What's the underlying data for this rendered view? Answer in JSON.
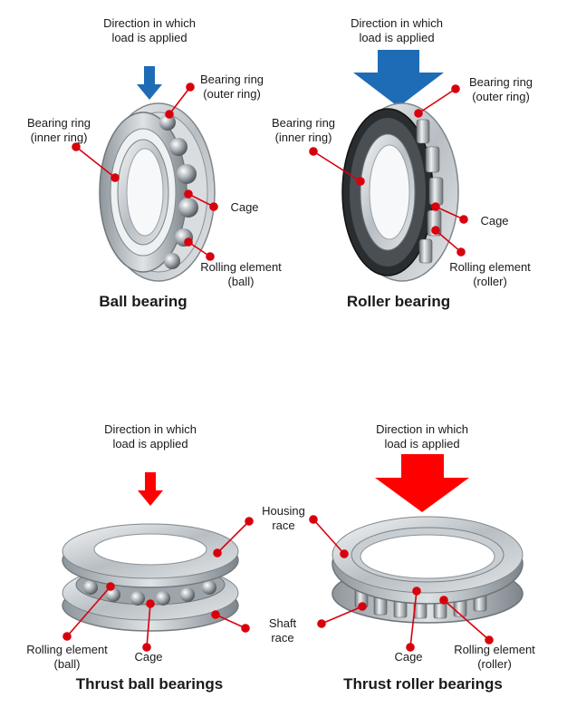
{
  "colors": {
    "blue_arrow": "#1e6cb5",
    "red_arrow": "#ff0000",
    "leader": "#d9000d"
  },
  "ball": {
    "title": "Ball bearing",
    "direction_line1": "Direction in which",
    "direction_line2": "load is applied",
    "outer_line1": "Bearing ring",
    "outer_line2": "(outer ring)",
    "inner_line1": "Bearing ring",
    "inner_line2": "(inner ring)",
    "cage": "Cage",
    "rolling_line1": "Rolling element",
    "rolling_line2": "(ball)"
  },
  "roller": {
    "title": "Roller bearing",
    "direction_line1": "Direction in which",
    "direction_line2": "load is applied",
    "outer_line1": "Bearing ring",
    "outer_line2": "(outer ring)",
    "inner_line1": "Bearing ring",
    "inner_line2": "(inner ring)",
    "cage": "Cage",
    "rolling_line1": "Rolling element",
    "rolling_line2": "(roller)"
  },
  "thrust_ball": {
    "title": "Thrust ball bearings",
    "direction_line1": "Direction in which",
    "direction_line2": "load is applied",
    "rolling_line1": "Rolling element",
    "rolling_line2": "(ball)",
    "cage": "Cage"
  },
  "thrust_roller": {
    "title": "Thrust roller bearings",
    "direction_line1": "Direction in which",
    "direction_line2": "load is applied",
    "cage": "Cage",
    "rolling_line1": "Rolling element",
    "rolling_line2": "(roller)"
  },
  "shared": {
    "housing_line1": "Housing",
    "housing_line2": "race",
    "shaft_line1": "Shaft",
    "shaft_line2": "race"
  }
}
